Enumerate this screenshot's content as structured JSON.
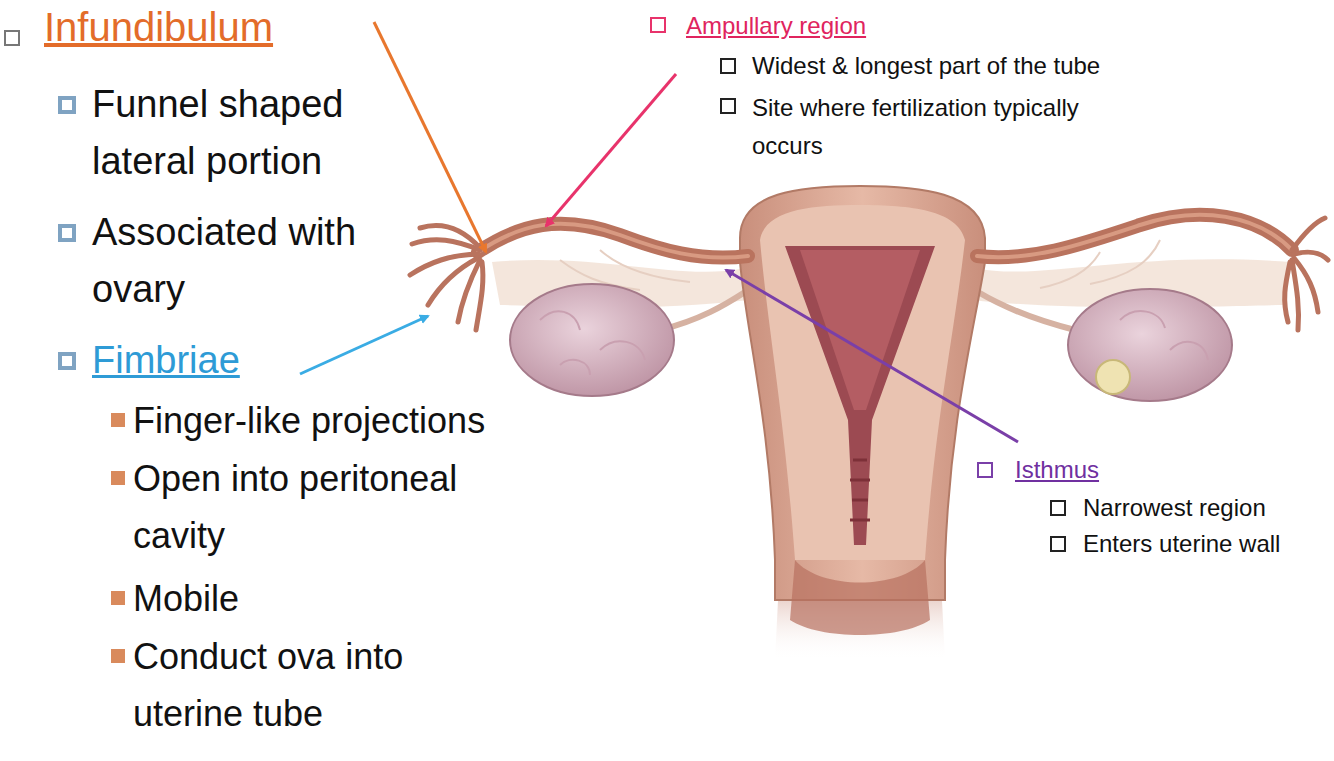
{
  "diagram": {
    "labels": [
      "Infundibulum",
      "Funnel shaped lateral portion",
      "Associated with ovary",
      "Fimbriae",
      "Finger-like projections",
      "Open into peritoneal cavity",
      "Mobile",
      "Conduct ova into uterine tube",
      "Ampullary region",
      "Widest & longest part of the tube",
      "Site where fertilization typically occurs",
      "Isthmus",
      "Narrowest region",
      "Enters uterine wall"
    ]
  }
}
